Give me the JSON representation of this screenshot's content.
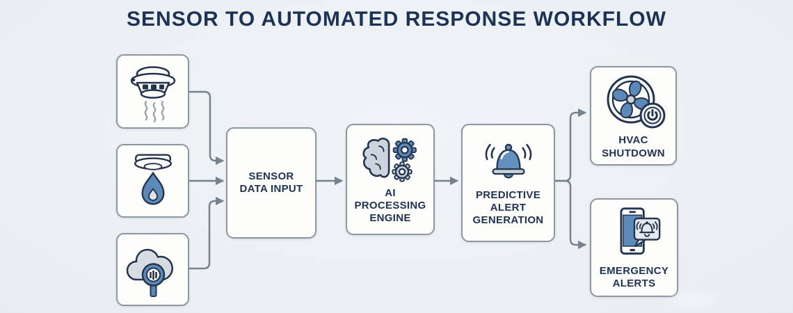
{
  "title": "SENSOR TO AUTOMATED RESPONSE WORKFLOW",
  "colors": {
    "background": "#edf0f4",
    "box_fill": "#fdfdfb",
    "box_border": "#8d97a1",
    "title_text": "#1d3355",
    "label_text": "#203452",
    "arrow": "#76828e",
    "icon_outline": "#24344d",
    "icon_blue": "#5d89b9",
    "icon_gray": "#ccd3da"
  },
  "diagram": {
    "sensors": [
      {
        "name": "smoke-detector",
        "icon": "smoke-detector-icon"
      },
      {
        "name": "heat-detector",
        "icon": "heat-detector-flame-icon"
      },
      {
        "name": "air-quality-monitor",
        "icon": "cloud-magnifier-icon"
      }
    ],
    "nodes": {
      "sensor_data_input": {
        "label": "SENSOR DATA INPUT"
      },
      "ai_processing_engine": {
        "label": "AI PROCESSING ENGINE",
        "icon": "brain-gears-icon"
      },
      "predictive_alert_generation": {
        "label": "PREDICTIVE ALERT GENERATION",
        "icon": "alert-bell-icon"
      },
      "hvac_shutdown": {
        "label": "HVAC SHUTDOWN",
        "icon": "fan-power-icon"
      },
      "emergency_alerts": {
        "label": "EMERGENCY ALERTS",
        "icon": "phone-alert-icon"
      }
    },
    "flow": [
      "smoke-detector -> sensor_data_input",
      "heat-detector -> sensor_data_input",
      "air-quality-monitor -> sensor_data_input",
      "sensor_data_input -> ai_processing_engine",
      "ai_processing_engine -> predictive_alert_generation",
      "predictive_alert_generation -> hvac_shutdown",
      "predictive_alert_generation -> emergency_alerts"
    ]
  }
}
